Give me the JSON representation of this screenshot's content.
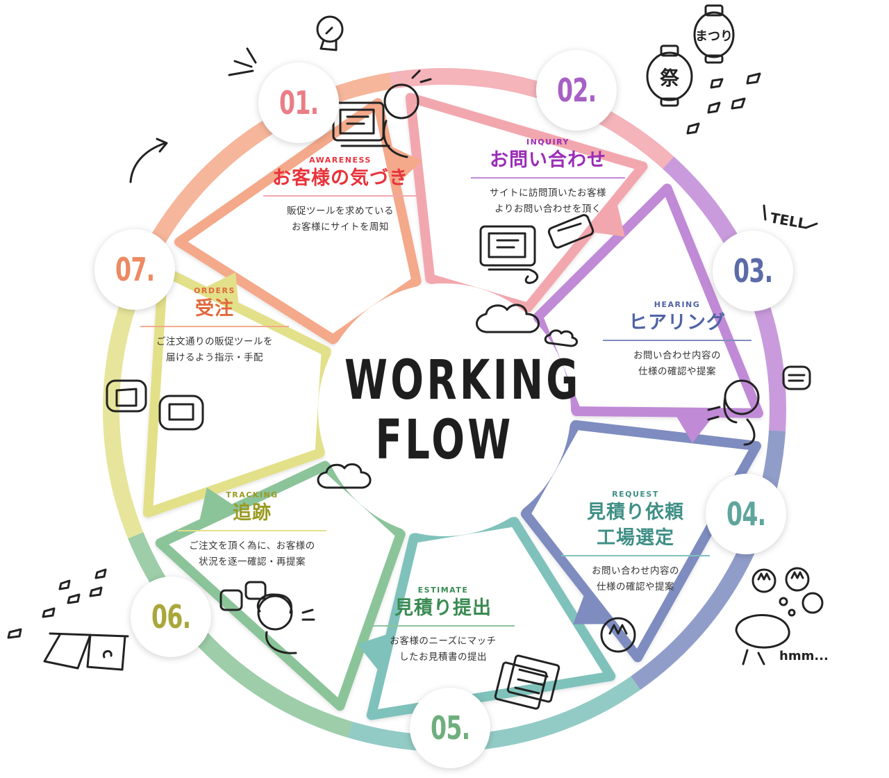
{
  "center": {
    "line1": "WORKING",
    "line2": "FLOW"
  },
  "steps": [
    {
      "num": "01.",
      "en": "AWARENESS",
      "jp": "お客様の気づき",
      "jp2": "",
      "desc1": "販促ツールを求めている",
      "desc2": "お客様にサイトを周知",
      "color": "#e8333b",
      "ring": "#f2a7ae"
    },
    {
      "num": "02.",
      "en": "INQUIRY",
      "jp": "お問い合わせ",
      "jp2": "",
      "desc1": "サイトに訪問頂いたお客様",
      "desc2": "よりお問い合わせを頂く",
      "color": "#9a2db6",
      "ring": "#c08ad6"
    },
    {
      "num": "03.",
      "en": "HEARING",
      "jp": "ヒアリング",
      "jp2": "",
      "desc1": "お問い合わせ内容の",
      "desc2": "仕様の確認や提案",
      "color": "#4f62a6",
      "ring": "#7e8cc0"
    },
    {
      "num": "04.",
      "en": "REQUEST",
      "jp": "見積り依頼",
      "jp2": "工場選定",
      "desc1": "お問い合わせ内容の",
      "desc2": "仕様の確認や提案",
      "color": "#3f8f86",
      "ring": "#7fc2bb"
    },
    {
      "num": "05.",
      "en": "ESTIMATE",
      "jp": "見積り提出",
      "jp2": "",
      "desc1": "お客様のニーズにマッチ",
      "desc2": "したお見積書の提出",
      "color": "#3a8a52",
      "ring": "#8cc49a"
    },
    {
      "num": "06.",
      "en": "TRACKING",
      "jp": "追跡",
      "jp2": "",
      "desc1": "ご注文を頂く為に、お客様の",
      "desc2": "状況を逐一確認・再提案",
      "color": "#9a9a22",
      "ring": "#e3e08a"
    },
    {
      "num": "07.",
      "en": "ORDERS",
      "jp": "受注",
      "jp2": "",
      "desc1": "ご注文通りの販促ツールを",
      "desc2": "届けるよう指示・手配",
      "color": "#e0683c",
      "ring": "#f4a98a"
    }
  ],
  "doodles": {
    "lantern_text1": "まつり",
    "lantern_text2": "祭",
    "tell": "TELL",
    "hmm": "hmm..."
  }
}
